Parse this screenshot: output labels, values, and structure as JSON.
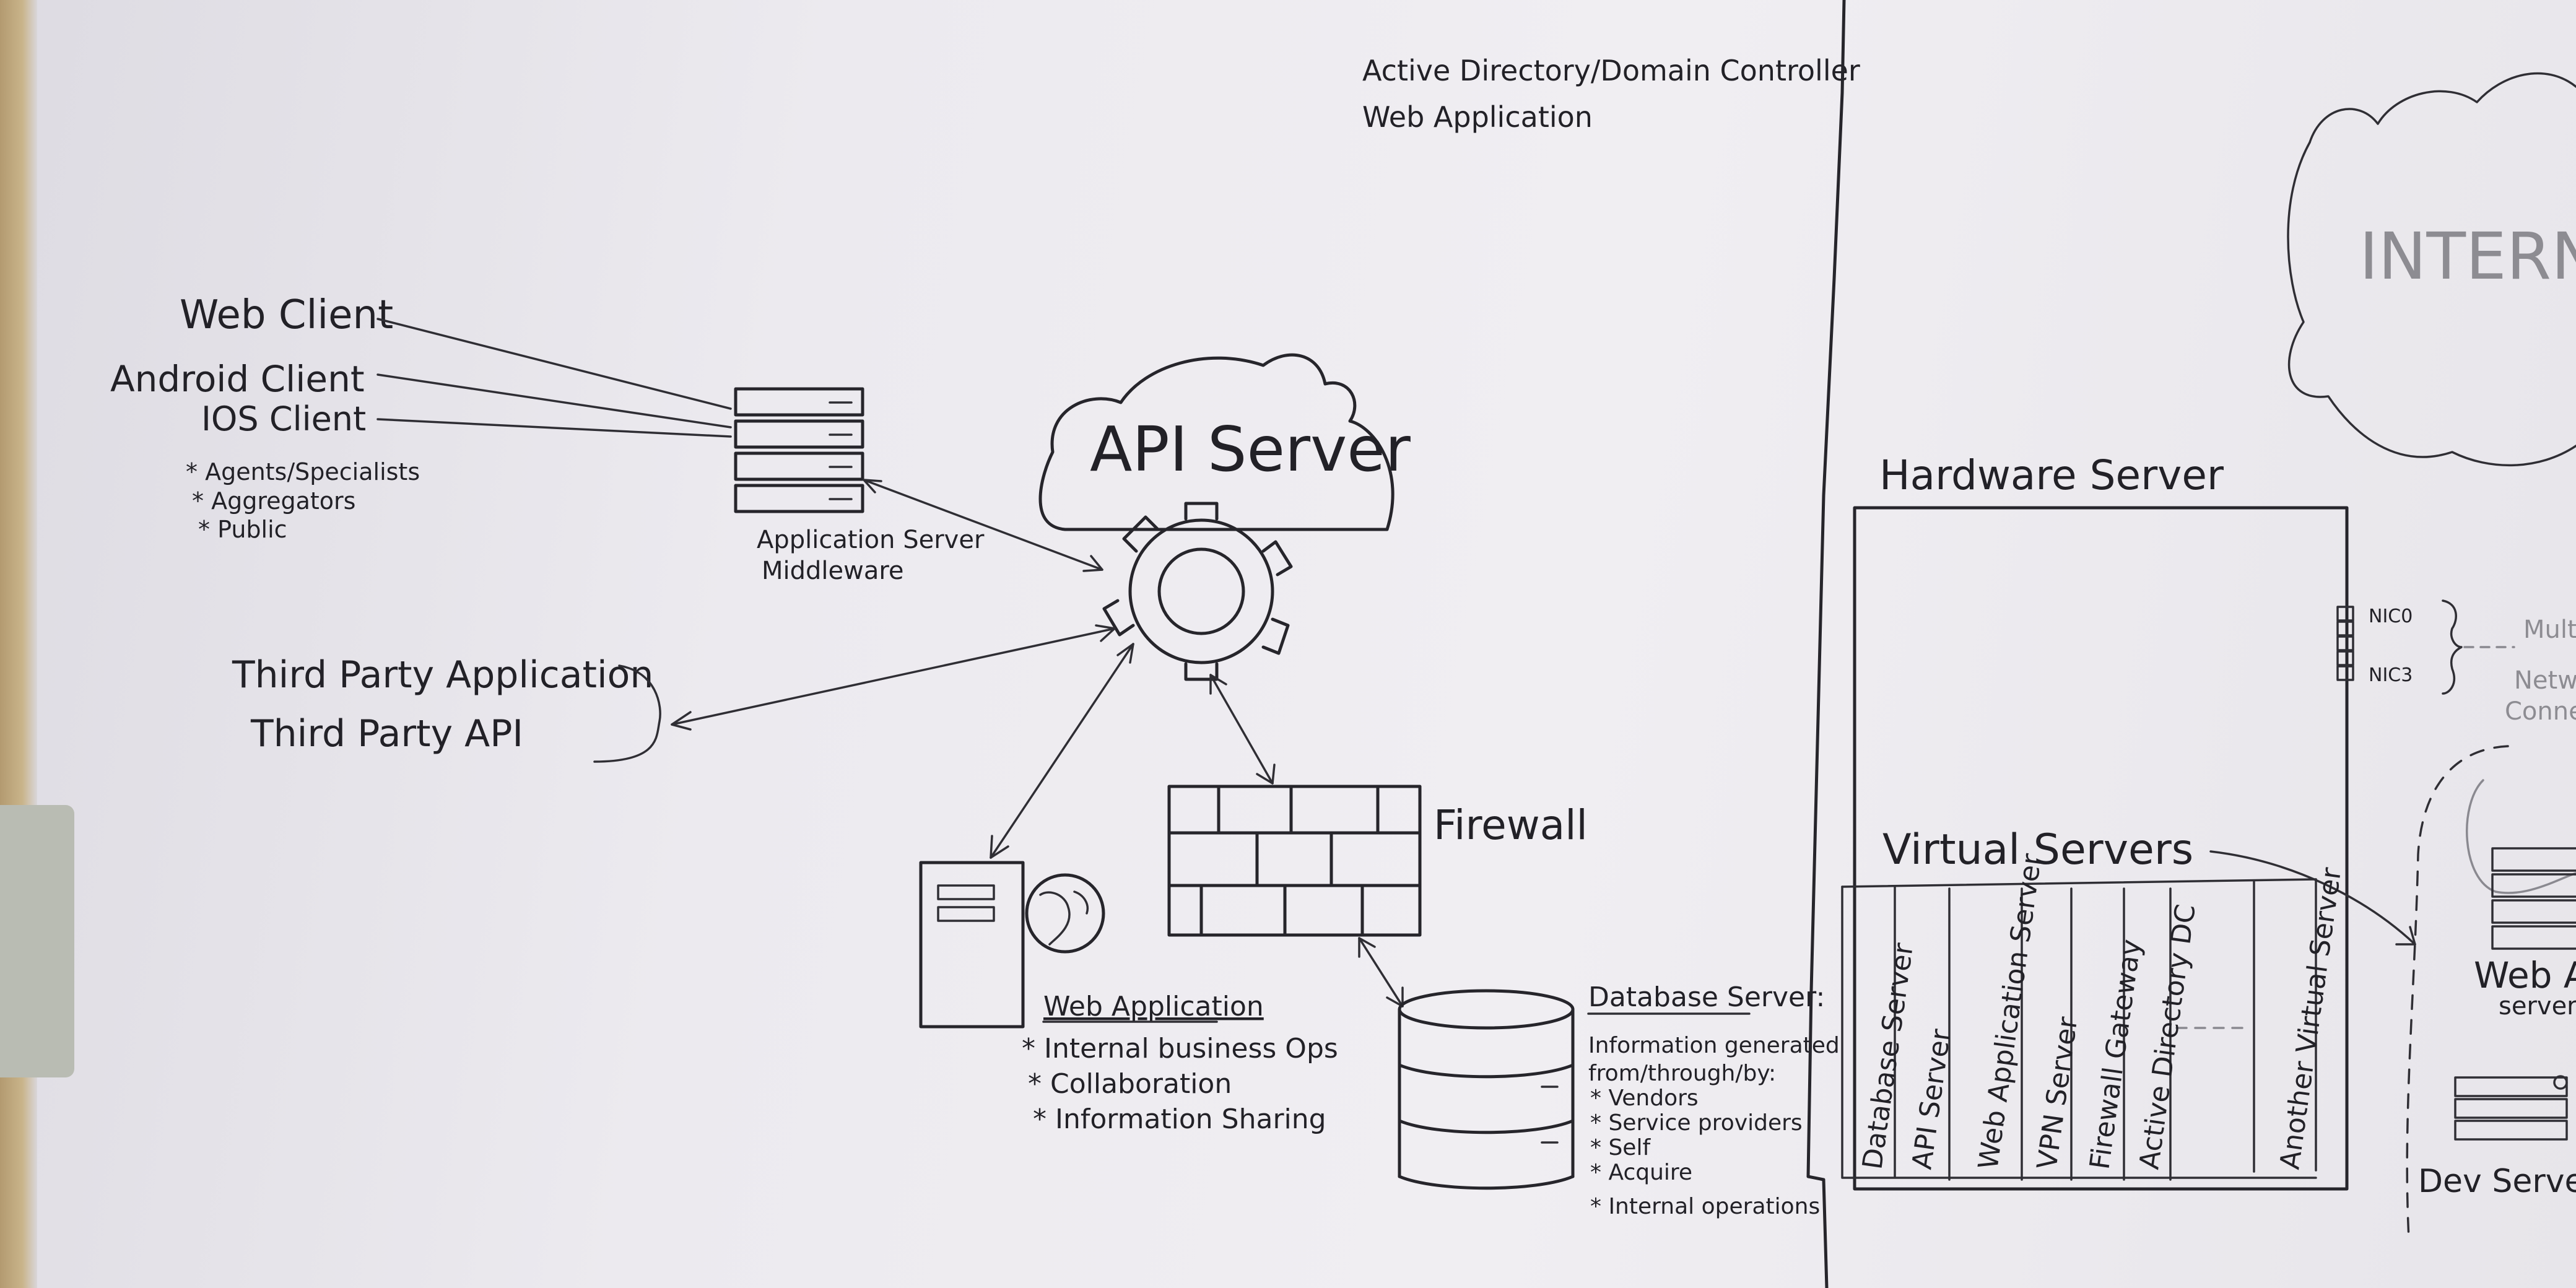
{
  "header_notes": [
    "Active Directory/Domain Controller",
    "Web Application"
  ],
  "clients": {
    "items": [
      "Web Client",
      "Android Client",
      "IOS Client"
    ],
    "audience": [
      "* Agents/Specialists",
      "* Aggregators",
      "* Public"
    ]
  },
  "app_server": {
    "line1": "Application Server",
    "line2": "Middleware"
  },
  "api_server": {
    "label": "API Server"
  },
  "third_party": {
    "line1": "Third Party Application",
    "line2": "Third Party API"
  },
  "firewall": {
    "label": "Firewall"
  },
  "web_application": {
    "title": "Web Application",
    "uses": [
      "* Internal business Ops",
      "* Collaboration",
      "* Information Sharing"
    ]
  },
  "database_server": {
    "title": "Database Server:",
    "desc": [
      "Information generated",
      "from/through/by:"
    ],
    "sources": [
      "* Vendors",
      "* Service providers",
      "* Self",
      "* Acquire",
      "* Internal operations"
    ]
  },
  "hardware": {
    "title": "Hardware Server",
    "nics": [
      "NIC0",
      "NIC3"
    ],
    "virtual_title": "Virtual Servers",
    "virtual_servers": [
      "Database Server",
      "API Server",
      "Web Application Server",
      "VPN Server",
      "Firewall Gateway",
      "Active Directory DC",
      "Another Virtual Server"
    ]
  },
  "internet": {
    "label": "INTERNE"
  },
  "right_edge": {
    "multi": "Mult",
    "network": [
      "Netw",
      "Connect"
    ],
    "web_app": [
      "Web A",
      "server"
    ],
    "dev": "Dev Server"
  }
}
